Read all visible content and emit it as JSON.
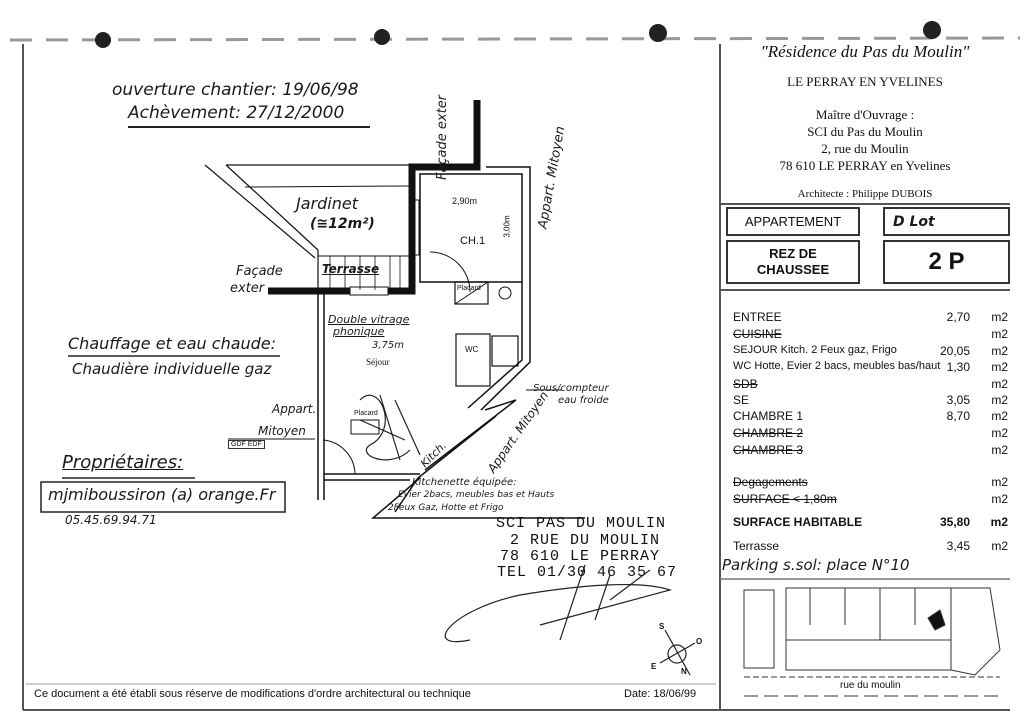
{
  "header": {
    "residence": "\"Résidence du Pas du Moulin\"",
    "city": "LE PERRAY EN YVELINES",
    "owner_title": "Maître d'Ouvrage :",
    "owner_name": "SCI du Pas du Moulin",
    "owner_street": "2, rue du Moulin",
    "owner_city": "78 610 LE PERRAY en Yvelines",
    "architect": "Architecte : Philippe DUBOIS"
  },
  "unit": {
    "type_label": "APPARTEMENT",
    "lot": "D Lot",
    "floor": "REZ DE CHAUSSEE",
    "rooms": "2 P"
  },
  "areas": [
    {
      "label": "ENTREE",
      "value": "2,70",
      "unit": "m2",
      "struck": false,
      "bold": false
    },
    {
      "label": "CUISINE",
      "value": "",
      "unit": "m2",
      "struck": true,
      "bold": false
    },
    {
      "label": "SEJOUR  Kitch.  2 Feux gaz, Frigo",
      "value": "20,05",
      "unit": "m2",
      "struck": false,
      "bold": false
    },
    {
      "label": "WC  Hotte, Evier 2 bacs, meubles bas/haut",
      "value": "1,30",
      "unit": "m2",
      "struck": false,
      "bold": false
    },
    {
      "label": "SDB",
      "value": "",
      "unit": "m2",
      "struck": true,
      "bold": false
    },
    {
      "label": "SE",
      "value": "3,05",
      "unit": "m2",
      "struck": false,
      "bold": false
    },
    {
      "label": "CHAMBRE 1",
      "value": "8,70",
      "unit": "m2",
      "struck": false,
      "bold": false
    },
    {
      "label": "CHAMBRE 2",
      "value": "",
      "unit": "m2",
      "struck": true,
      "bold": false
    },
    {
      "label": "CHAMBRE 3",
      "value": "",
      "unit": "m2",
      "struck": true,
      "bold": false
    },
    {
      "label": "Degagements",
      "value": "",
      "unit": "m2",
      "struck": true,
      "bold": false
    },
    {
      "label": "SURFACE < 1,80m",
      "value": "",
      "unit": "m2",
      "struck": true,
      "bold": false
    },
    {
      "label": "SURFACE HABITABLE",
      "value": "35,80",
      "unit": "m2",
      "struck": false,
      "bold": true
    },
    {
      "label": "Terrasse",
      "value": "3,45",
      "unit": "m2",
      "struck": false,
      "bold": false
    }
  ],
  "parking": "Parking s.sol: place N°10",
  "site_plan": {
    "street": "rue du moulin"
  },
  "notes": {
    "opening": "ouverture chantier: 19/06/98",
    "completion": "Achèvement: 27/12/2000",
    "heating_title": "Chauffage et eau chaude:",
    "heating_value": "Chaudière individuelle gaz",
    "owners_title": "Propriétaires:",
    "email": "mjmiboussiron (a) orange.Fr",
    "phone": "05.45.69.94.71"
  },
  "plan": {
    "garden": "Jardinet",
    "garden_area": "(≅12m²)",
    "terrace": "Terrasse",
    "facade_left_1": "Façade",
    "facade_left_2": "exter",
    "facade_top": "Façade exter",
    "neighbor_top": "Appart. Mitoyen",
    "ch_width": "2,90m",
    "ch_label": "CH.1",
    "ch_depth": "3,00m",
    "placard_1": "Placard",
    "wc": "WC",
    "glazing_1": "Double vitrage",
    "glazing_2": "phonique",
    "sejour_width": "3,75m",
    "sejour": "Séjour",
    "neighbor_left_1": "Appart.",
    "neighbor_left_2": "Mitoyen",
    "meter": "GDF EDF",
    "placard_2": "Placard",
    "water_1": "Sous/compteur",
    "water_2": "eau froide",
    "neighbor_right": "Appart. Mitoyen",
    "kitch": "Kitch.",
    "kitchen_1": "Kitchenette équipée:",
    "kitchen_2": "Evier 2bacs, meubles bas et Hauts",
    "kitchen_3": "2Feux Gaz, Hotte et Frigo"
  },
  "stamp": {
    "line1": "SCI PAS DU MOULIN",
    "line2": "2 RUE DU MOULIN",
    "line3": "78 610 LE PERRAY",
    "line4": "TEL 01/30 46 35 67"
  },
  "compass": {
    "s": "S",
    "o": "O",
    "e": "E",
    "n": "N"
  },
  "footer": {
    "disclaimer": "Ce document a été établi sous réserve de modifications d'ordre architectural ou technique",
    "date": "Date: 18/06/99"
  }
}
